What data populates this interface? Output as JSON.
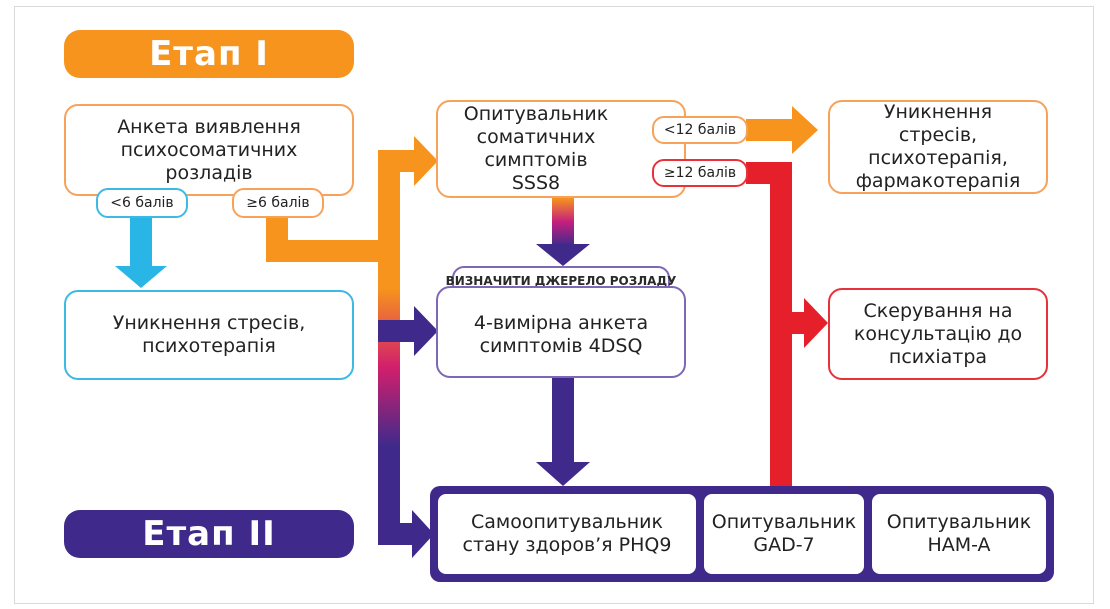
{
  "stages": {
    "stage1": "Етап І",
    "stage2": "Етап ІІ"
  },
  "nodes": {
    "questionnaire_psychosomatic": "Анкета виявлення психосоматичних розладів",
    "sss8": "Опитувальник соматичних симптомів SSS8",
    "outcome_stress_psycho_pharma": "Уникнення стресів, психотерапія, фармакотерапія",
    "outcome_stress_psycho": "Уникнення стресів, психотерапія",
    "dsq4": "4-вимірна анкета симптомів 4DSQ",
    "referral_psychiatrist": "Скерування на консультацію до психіатра",
    "phq9": "Самоопитувальник стану здоров’я PHQ9",
    "gad7": "Опитувальник GAD-7",
    "hama": "Опитувальник HAM-A"
  },
  "badges": {
    "lt6": "<6 балів",
    "ge6": "≥6 балів",
    "lt12": "<12 балів",
    "ge12": "≥12 балів",
    "determine_source": "ВИЗНАЧИТИ ДЖЕРЕЛО РОЗЛАДУ"
  },
  "colors": {
    "orange": "#f7941d",
    "blue": "#29b6e6",
    "purple": "#3f2a8c",
    "red": "#e6202a"
  }
}
